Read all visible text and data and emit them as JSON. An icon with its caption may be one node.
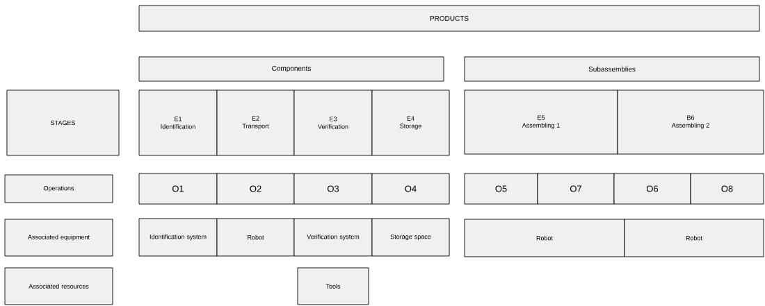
{
  "diagram": {
    "nodes": [
      {
        "text": [
          "PRODUCTS"
        ]
      },
      {
        "text": [
          "Components"
        ]
      },
      {
        "text": [
          "Subassemblies"
        ]
      },
      {
        "text": [
          "STAGES"
        ]
      },
      {
        "text": [
          "E1",
          "Identification"
        ]
      },
      {
        "text": [
          "E2",
          "Transport"
        ]
      },
      {
        "text": [
          "E3",
          "Verification"
        ]
      },
      {
        "text": [
          "E4",
          "Storage"
        ]
      },
      {
        "text": [
          "E5",
          "Assembling 1"
        ]
      },
      {
        "text": [
          "B6",
          "Assembling 2"
        ]
      },
      {
        "text": [
          "Operations"
        ]
      },
      {
        "text": [
          "O1"
        ]
      },
      {
        "text": [
          "O2"
        ]
      },
      {
        "text": [
          "O3"
        ]
      },
      {
        "text": [
          "O4"
        ]
      },
      {
        "text": [
          "O5"
        ]
      },
      {
        "text": [
          "O7"
        ]
      },
      {
        "text": [
          "O6"
        ]
      },
      {
        "text": [
          "O8"
        ]
      },
      {
        "text": [
          "Associated equipment"
        ]
      },
      {
        "text": [
          "Identification system"
        ]
      },
      {
        "text": [
          "Robot"
        ]
      },
      {
        "text": [
          "Verification system"
        ]
      },
      {
        "text": [
          "Storage space"
        ]
      },
      {
        "text": [
          "Robot"
        ]
      },
      {
        "text": [
          "Robot"
        ]
      },
      {
        "text": [
          "Associated resources"
        ]
      },
      {
        "text": [
          "Tools"
        ]
      }
    ]
  }
}
